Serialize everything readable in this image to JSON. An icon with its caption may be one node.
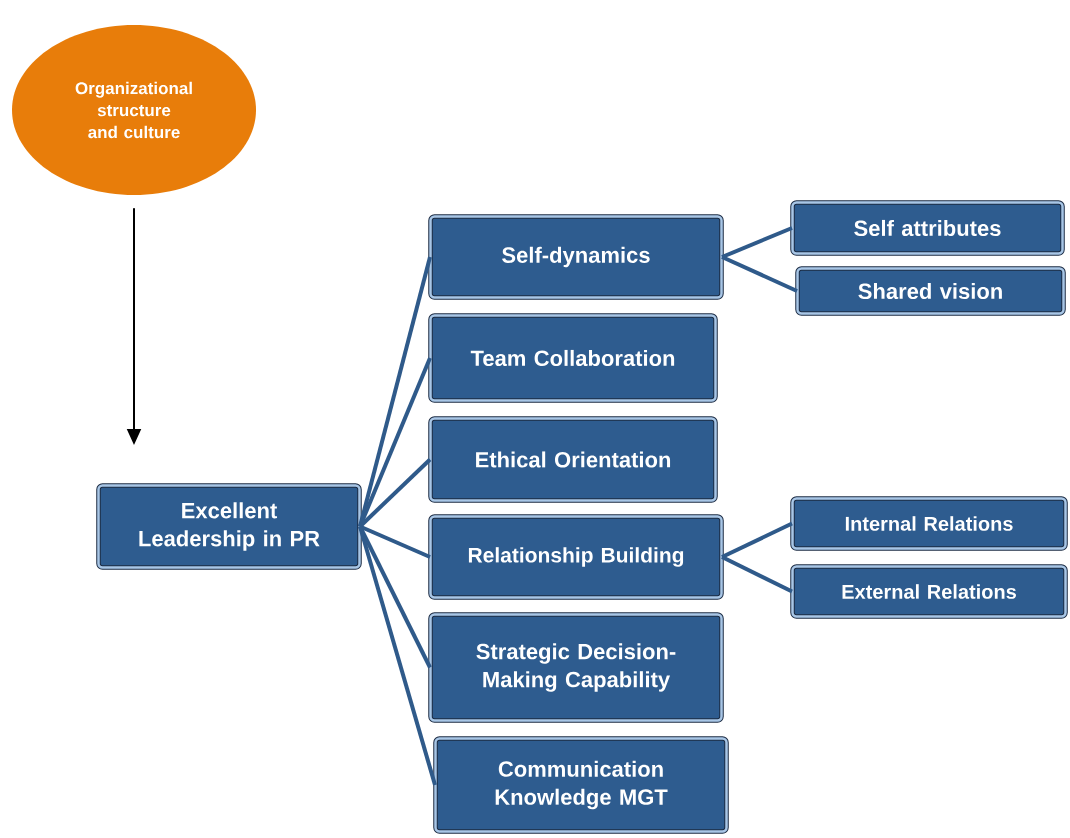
{
  "diagram": {
    "nodes": [
      {
        "text": [
          "Organizational structure and culture"
        ]
      },
      {
        "text": [
          "Excellent Leadership in PR"
        ]
      },
      {
        "text": [
          "Self-dynamics"
        ]
      },
      {
        "text": [
          "Team Collaboration"
        ]
      },
      {
        "text": [
          "Ethical Orientation"
        ]
      },
      {
        "text": [
          "Relationship Building"
        ]
      },
      {
        "text": [
          "Strategic Decision-Making Capability"
        ]
      },
      {
        "text": [
          "Communication Knowledge MGT"
        ]
      },
      {
        "text": [
          "Self attributes"
        ]
      },
      {
        "text": [
          "Shared vision"
        ]
      },
      {
        "text": [
          "Internal Relations"
        ]
      },
      {
        "text": [
          "External Relations"
        ]
      }
    ],
    "edges": [
      {
        "from": 0,
        "to": 1,
        "arrow": "to",
        "color": "#000000"
      },
      {
        "from": 1,
        "to": 2,
        "arrow": "none"
      },
      {
        "from": 1,
        "to": 3,
        "arrow": "none"
      },
      {
        "from": 1,
        "to": 4,
        "arrow": "none"
      },
      {
        "from": 1,
        "to": 5,
        "arrow": "none"
      },
      {
        "from": 1,
        "to": 6,
        "arrow": "none"
      },
      {
        "from": 1,
        "to": 7,
        "arrow": "none"
      },
      {
        "from": 2,
        "to": 8,
        "arrow": "none"
      },
      {
        "from": 2,
        "to": 9,
        "arrow": "none"
      },
      {
        "from": 5,
        "to": 10,
        "arrow": "none"
      },
      {
        "from": 5,
        "to": 11,
        "arrow": "none"
      }
    ]
  }
}
